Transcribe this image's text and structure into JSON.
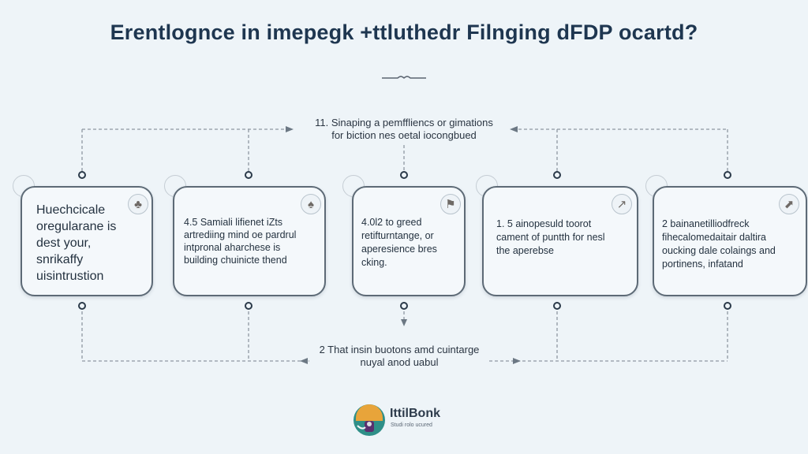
{
  "title": "Erentlognce in imepegk +ttluthedr Filnging dFDP ocartd?",
  "top_caption": {
    "line1": "11. Sinaping a pemffliencs or gimations",
    "line2": "for biction nes oetal iocongbued"
  },
  "bottom_caption": {
    "line1": "2 That insin buotons amd cuintarge",
    "line2": "nuyal anod uabul"
  },
  "cards": [
    {
      "lines": [
        "Huechcicale",
        "oregularane is",
        "dest your,",
        "snrikaffy",
        "uisintrustion"
      ],
      "icon": "tree-icon"
    },
    {
      "lines": [
        "4.5 Samiali lifienet iZts",
        "artrediing mind oe pardrul",
        "intpronal aharchese is",
        "building chuinicte thend"
      ],
      "icon": "plant-icon"
    },
    {
      "lines": [
        "4.0l2 to greed",
        "retifturntange, or",
        "aperesience bres",
        "cking."
      ],
      "icon": "flag-icon"
    },
    {
      "lines": [
        "1. 5 ainopesuld toorot",
        "cament of puntth for nesl",
        "the aperebse"
      ],
      "icon": "pin-icon"
    },
    {
      "lines": [
        "2 bainanetilliodfreck",
        "fihecalomedaitair daltira",
        "oucking dale colaings and",
        "portinens, infatand"
      ],
      "icon": "arrow-icon"
    }
  ],
  "brand": {
    "name": "IttilBonk",
    "tagline": "Studi rolo ucured"
  }
}
